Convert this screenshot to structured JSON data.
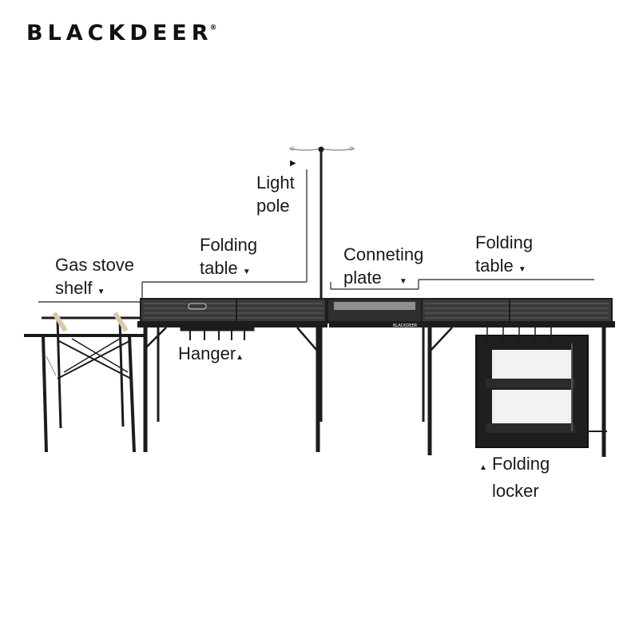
{
  "brand": {
    "name": "BLACKDEER",
    "mark": "®"
  },
  "labels": {
    "light_pole": [
      "Light",
      "pole"
    ],
    "folding_table_left": [
      "Folding",
      "table"
    ],
    "gas_stove_shelf": [
      "Gas stove",
      "shelf"
    ],
    "connecting_plate": [
      "Conneting",
      "plate"
    ],
    "folding_table_right": [
      "Folding",
      "table"
    ],
    "hanger": [
      "Hanger"
    ],
    "folding_locker": [
      "Folding",
      "locker"
    ],
    "pointer_down": "▼",
    "pointer_up": "▲",
    "pointer_right": "▶"
  },
  "plate_print": "BLACKDEER",
  "colors": {
    "frame": "#1c1c1c",
    "mesh": "#3a3a3a",
    "leader": "#222222",
    "shelf": "#2b2b2b",
    "wood": "#d9c9a8"
  }
}
